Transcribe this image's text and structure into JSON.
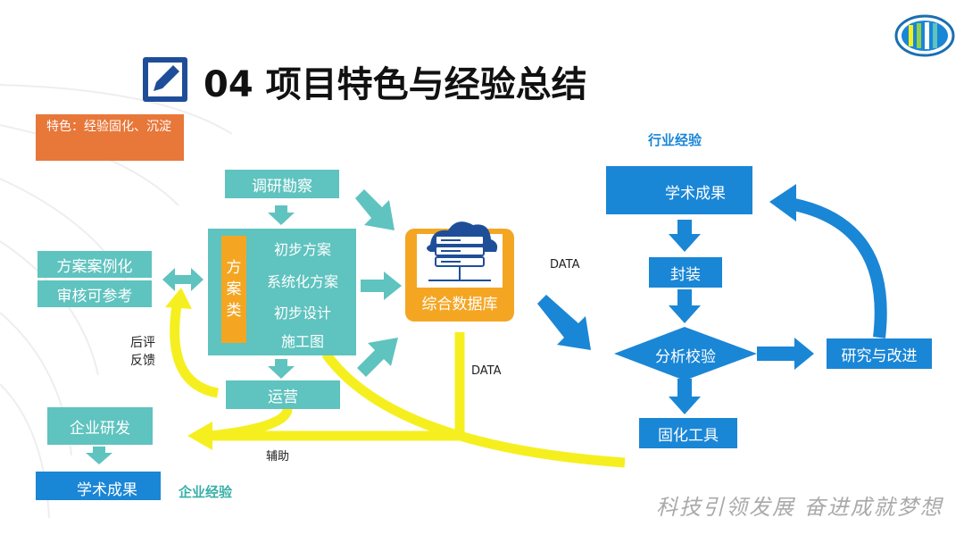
{
  "title": "04 项目特色与经验总结",
  "feature": "特色：经验固化、沉淀",
  "left_top": "方案案例化",
  "left_bottom": "审核可参考",
  "survey": "调研勘察",
  "plan_label": "方案类",
  "plan_items": [
    "初步方案",
    "系统化方案",
    "初步设计",
    "施工图"
  ],
  "operation": "运营",
  "feedback": "后评反馈",
  "enterprise_rd": "企业研发",
  "academic_left": "学术成果",
  "enterprise_exp": "企业经验",
  "assist": "辅助",
  "database": "综合数据库",
  "data_mid": "DATA",
  "data_low": "DATA",
  "industry_exp": "行业经验",
  "academic_right": "学术成果",
  "package": "封装",
  "analysis": "分析校验",
  "research": "研究与改进",
  "tool": "固化工具",
  "slogan": "科技引领发展 奋进成就梦想",
  "colors": {
    "teal": "#5fc3bf",
    "blue": "#1a86d6",
    "orange": "#e8773a",
    "yellow": "#f6ef1f",
    "gold": "#f4a623"
  },
  "icons": [
    "edit-icon",
    "logo-icon",
    "graduation-cap-icon",
    "cloud-server-icon"
  ]
}
